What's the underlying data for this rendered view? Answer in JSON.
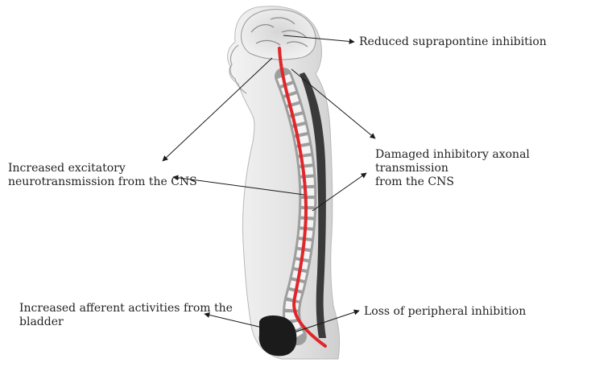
{
  "labels": {
    "suprapontine": "Reduced suprapontine inhibition",
    "damaged_line1": "Damaged inhibitory axonal transmission",
    "damaged_line2": "from the CNS",
    "excitatory_line1": "Increased excitatory",
    "excitatory_line2": "neurotransmission from the CNS",
    "afferent_line1": "Increased afferent activities from the",
    "afferent_line2": "bladder",
    "peripheral": "Loss of peripheral inhibition"
  },
  "colors": {
    "spinal_cord": "#e0262a",
    "arrow": "#1a1a1a",
    "text": "#222222",
    "body_fill": "#e9e9e9",
    "bladder": "#1b1b1b"
  }
}
